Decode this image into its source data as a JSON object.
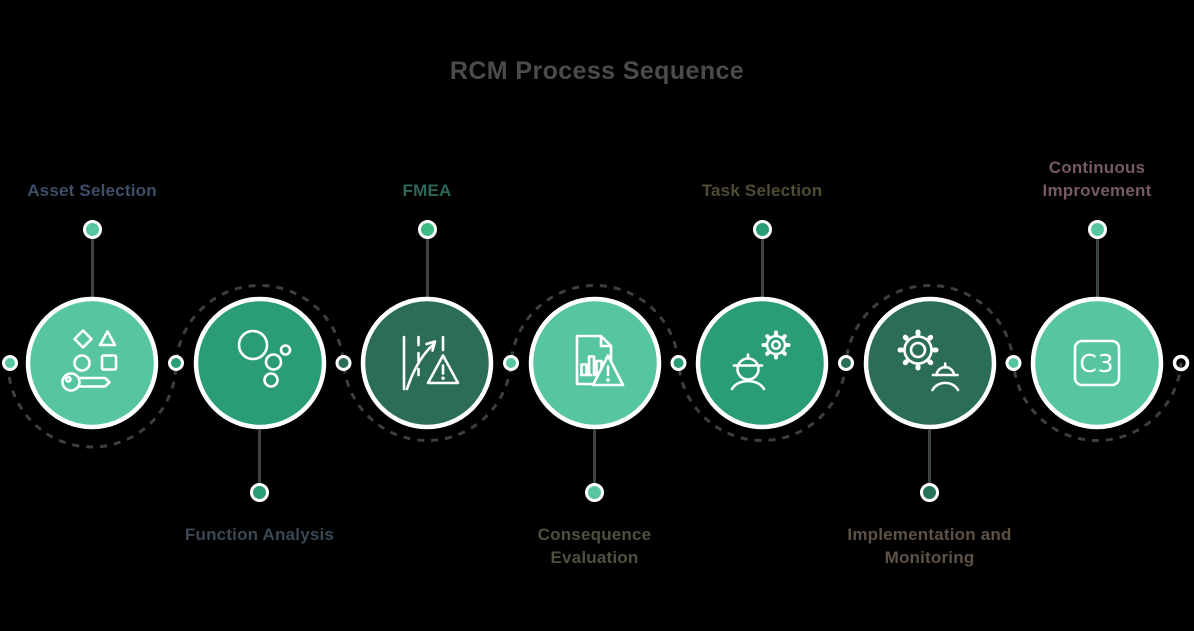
{
  "title": "RCM Process Sequence",
  "palette": {
    "light_teal": "#57c6a0",
    "medium_green": "#2a9d77",
    "dark_green": "#2b6d58",
    "bright_green": "#3cbb80",
    "ring_white": "#ffffff",
    "dashed_path": "#3a4040",
    "connector_line": "#3d4343",
    "title_color": "#4b4b4b",
    "background": "#000000"
  },
  "nodes": [
    {
      "label": "Asset Selection",
      "label_position": "top",
      "label_color": "#3e4e6b",
      "circle_color": "#57c6a0",
      "dot_color": "#57c6a0",
      "icon": "shapes-and-key-icon"
    },
    {
      "label": "Function Analysis",
      "label_position": "bottom",
      "label_color": "#3b4853",
      "circle_color": "#2a9d77",
      "dot_color": "#2a9d77",
      "icon": "bubbles-cluster-icon"
    },
    {
      "label": "FMEA",
      "label_position": "top",
      "label_color": "#2d6658",
      "circle_color": "#2b6d58",
      "dot_color": "#3cbb80",
      "icon": "road-warning-icon"
    },
    {
      "label": "Consequence Evaluation",
      "label_position": "bottom",
      "label_color": "#4c523e",
      "circle_color": "#57c6a0",
      "dot_color": "#57c6a0",
      "icon": "report-warning-icon"
    },
    {
      "label": "Task Selection",
      "label_position": "top",
      "label_color": "#4f4c33",
      "circle_color": "#2a9d77",
      "dot_color": "#2a9d77",
      "icon": "worker-gear-icon"
    },
    {
      "label": "Implementation and Monitoring",
      "label_position": "bottom",
      "label_color": "#5e5246",
      "circle_color": "#2b6d58",
      "dot_color": "#26735c",
      "icon": "gear-worker-icon"
    },
    {
      "label": "Continuous Improvement",
      "label_position": "top",
      "label_color": "#765a60",
      "circle_color": "#57c6a0",
      "dot_color": "#57c6a0",
      "icon": "c3-badge-icon",
      "badge_text": "C3"
    }
  ],
  "connector_dots": [
    {
      "color": "#57c6a0"
    },
    {
      "color": "#2a9d77"
    },
    {
      "color": "#2b6d58"
    },
    {
      "color": "#57c6a0"
    },
    {
      "color": "#2a9d77"
    },
    {
      "color": "#2b6d58"
    },
    {
      "color": "#57c6a0"
    },
    {
      "color": "none"
    }
  ]
}
